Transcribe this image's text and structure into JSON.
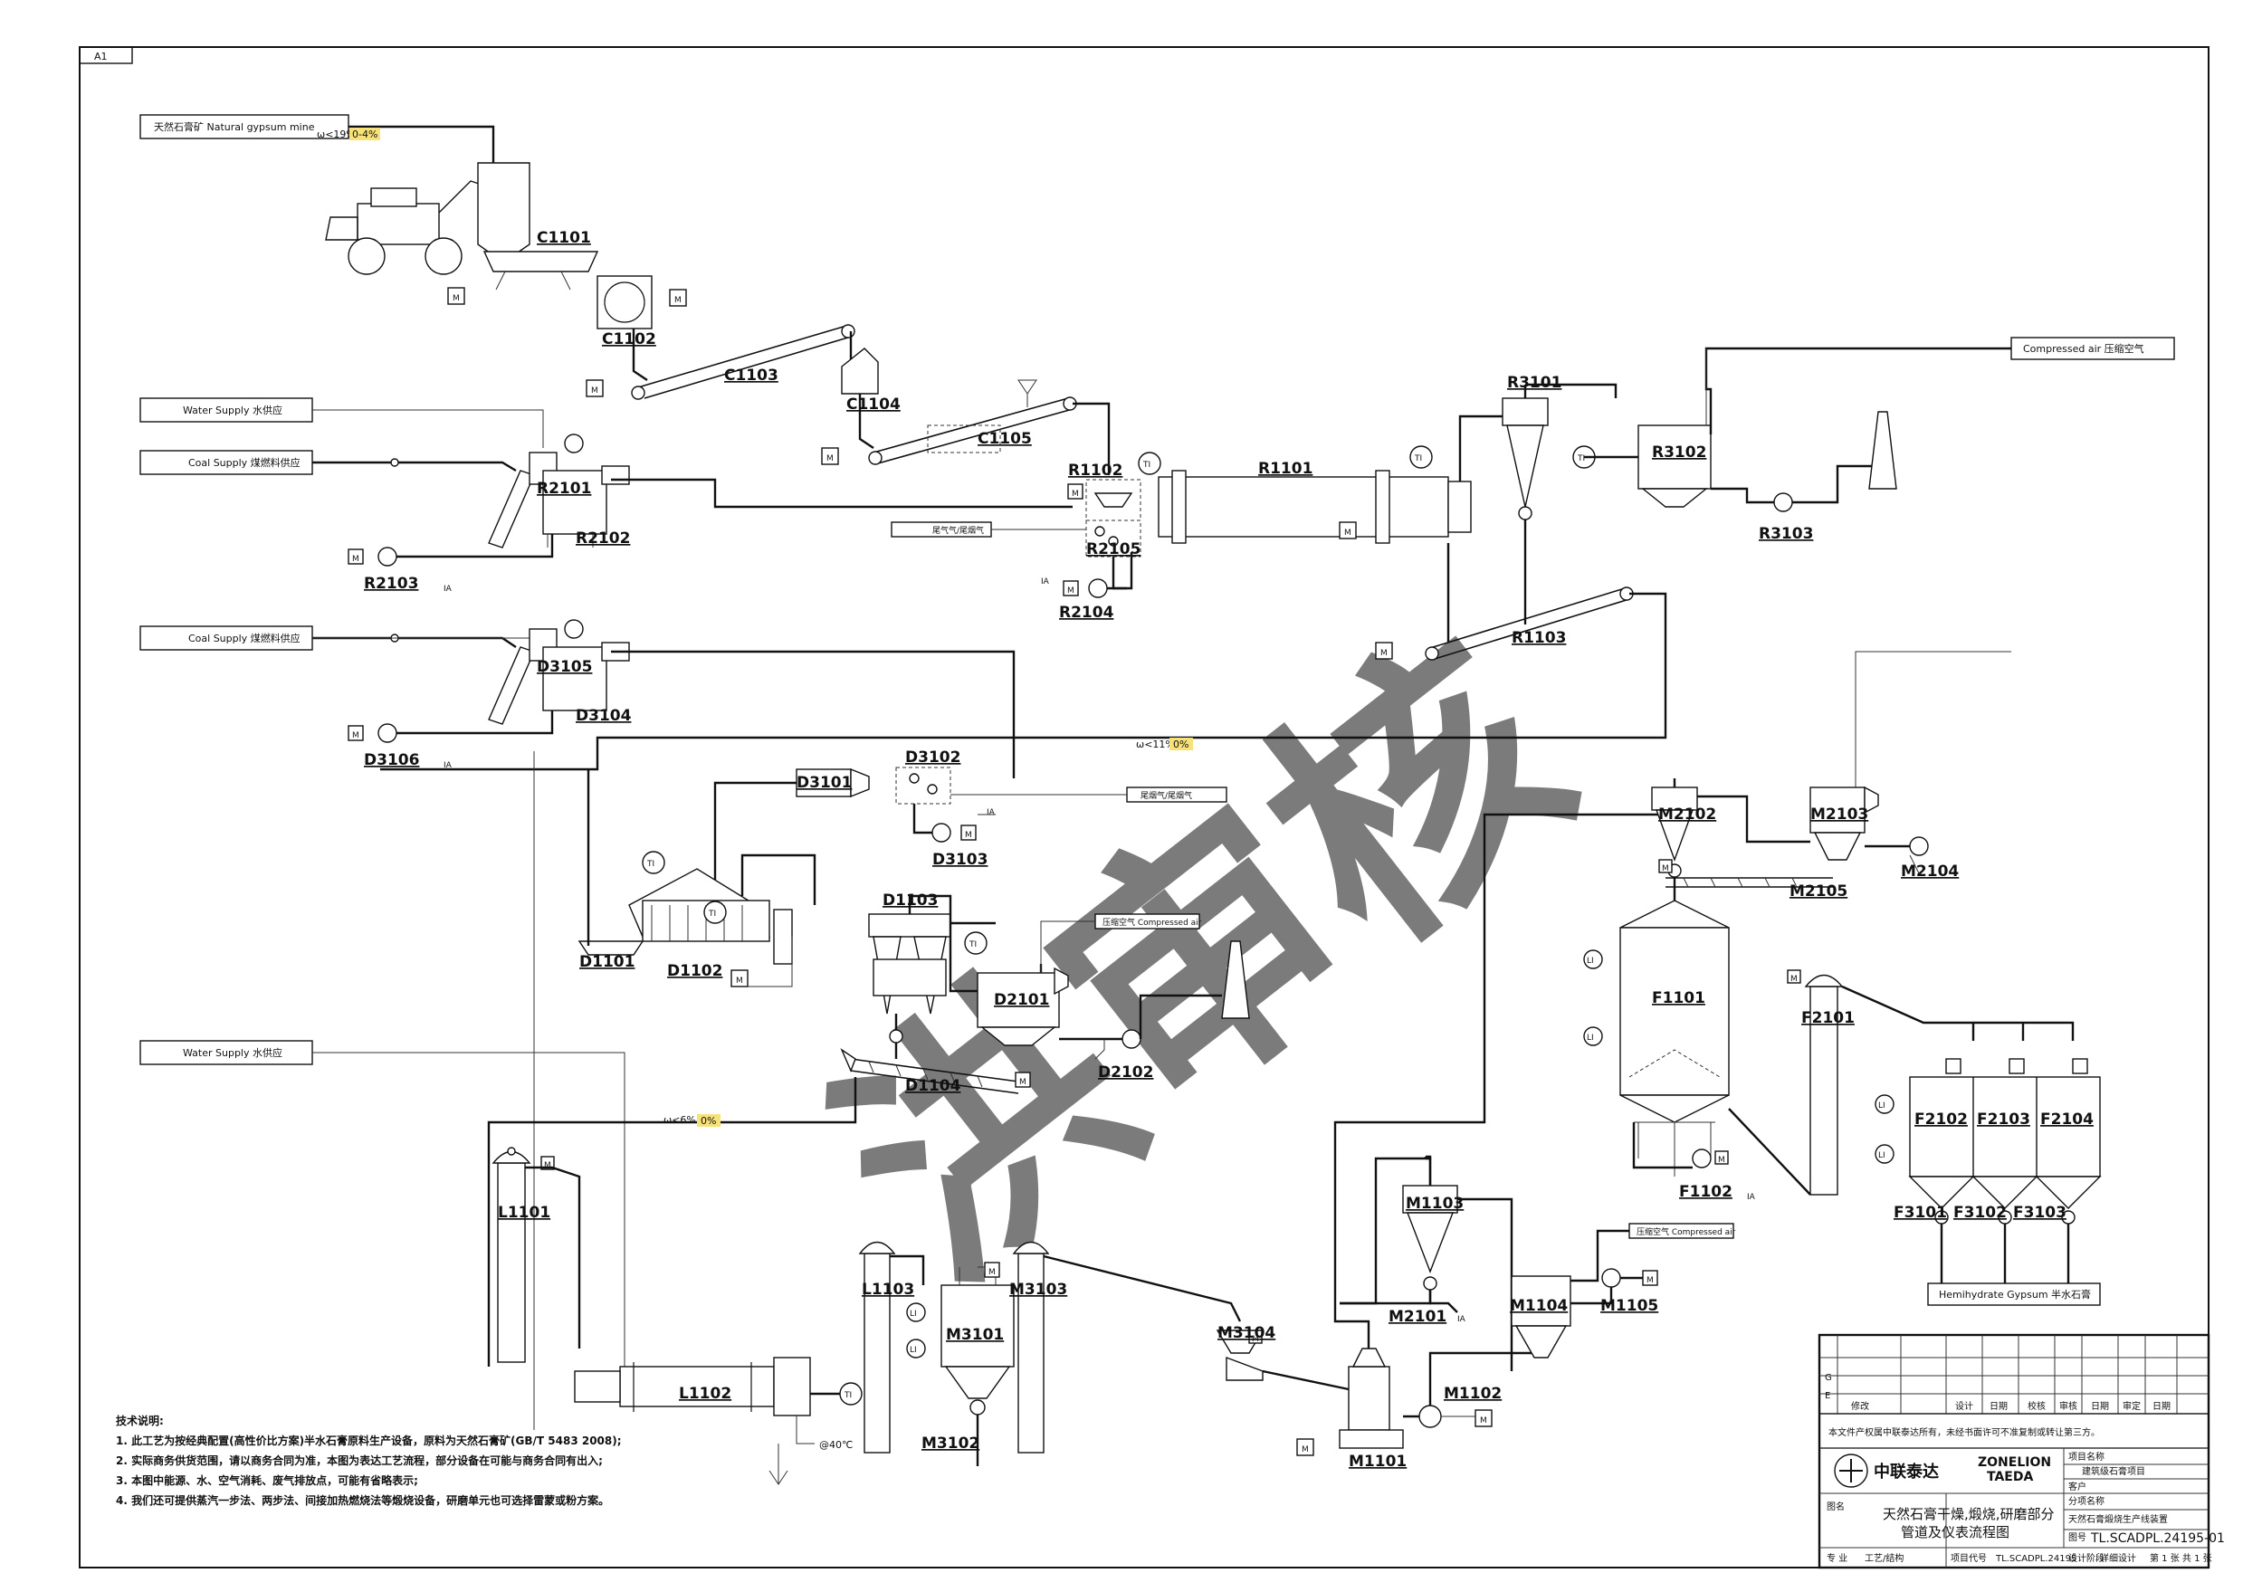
{
  "sheet_size": "A1",
  "watermark": "洪审核",
  "streams": {
    "gypsum_mine": "天然石膏矿 Natural gypsum mine",
    "water_1": "Water Supply      水供应",
    "coal_1": "Coal Supply  煤燃料供应",
    "coal_2": "Coal Supply  煤燃料供应",
    "water_2": "Water Supply      水供应",
    "compressed_air_1": "Compressed  air        压缩空气",
    "exhaust_1": "尾气气/尾烟气",
    "exhaust_2": "尾烟气/尾烟气",
    "compressed_air_2": "压缩空气   Compressed air",
    "compressed_air_3": "压缩空气   Compressed air",
    "product": "Hemihydrate Gypsum     半水石膏"
  },
  "moisture": {
    "m1": "ω<19%",
    "m1h": "0-4%",
    "m2": "ω<11%",
    "m2h": "0%",
    "m3": "ω<6%",
    "m3h": "0%"
  },
  "equipment": {
    "C1101": "C1101",
    "C1102": "C1102",
    "C1103": "C1103",
    "C1104": "C1104",
    "C1105": "C1105",
    "R1101": "R1101",
    "R1102": "R1102",
    "R1103": "R1103",
    "R2101": "R2101",
    "R2102": "R2102",
    "R2103": "R2103",
    "R2104": "R2104",
    "R2105": "R2105",
    "R3101": "R3101",
    "R3102": "R3102",
    "R3103": "R3103",
    "D3101": "D3101",
    "D3102": "D3102",
    "D3103": "D3103",
    "D3104": "D3104",
    "D3105": "D3105",
    "D3106": "D3106",
    "D1101": "D1101",
    "D1102": "D1102",
    "D1103": "D1103",
    "D1104": "D1104",
    "D2101": "D2101",
    "D2102": "D2102",
    "M2102": "M2102",
    "M2103": "M2103",
    "M2104": "M2104",
    "M2105": "M2105",
    "F1101": "F1101",
    "F1102": "F1102",
    "F2101": "F2101",
    "F2102": "F2102",
    "F2103": "F2103",
    "F2104": "F2104",
    "F3101": "F3101",
    "F3102": "F3102",
    "F3103": "F3103",
    "L1101": "L1101",
    "L1102": "L1102",
    "L1103": "L1103",
    "M3101": "M3101",
    "M3102": "M3102",
    "M3103": "M3103",
    "M3104": "M3104",
    "M1101": "M1101",
    "M1102": "M1102",
    "M1103": "M1103",
    "M1104": "M1104",
    "M1105": "M1105",
    "M2101": "M2101"
  },
  "symbols": {
    "motor": "M",
    "temp": "TI",
    "level": "LI",
    "ia": "IA",
    "temp_40": "@40℃"
  },
  "notes": {
    "title": "技术说明:",
    "n1": "1. 此工艺为按经典配置(高性价比方案)半水石膏原料生产设备，原料为天然石膏矿(GB/T 5483 2008);",
    "n2": "2. 实际商务供货范围，请以商务合同为准，本图为表达工艺流程，部分设备在可能与商务合同有出入;",
    "n3": "3. 本图中能源、水、空气消耗、废气排放点，可能有省略表示;",
    "n4": "4. 我们还可提供蒸汽一步法、两步法、间接加热燃烧法等煅烧设备，研磨单元也可选择雷蒙或粉方案。"
  },
  "titleblock": {
    "r_g": "G",
    "r_e": "E",
    "h_design": "设计",
    "h_date": "日期",
    "h_check": "校核",
    "h_approve": "审核",
    "h_date2": "日期",
    "h_audit": "审定",
    "h_date3": "日期",
    "c_rev": "修改",
    "proj_label": "项目名称",
    "proj_value": "建筑级石膏项目",
    "copyright": "本文件产权属中联泰达所有，未经书面许可不准复制或转让第三方。",
    "logo_cn": "中联泰达",
    "logo_en1": "ZONELION",
    "logo_en2": "TAEDA",
    "client_label": "客户",
    "sub_label": "分项名称",
    "sub_value": "天然石膏煅烧生产线装置",
    "drawing_label": "图名",
    "drawing_title1": "天然石膏干燥,煅烧,研磨部分",
    "drawing_title2": "管道及仪表流程图",
    "dwg_no_label": "图号",
    "dwg_no": "TL.SCADPL.24195-01",
    "b_major": "专 业",
    "b_major_v": "工艺/结构",
    "b_proj": "项目代号",
    "b_proj_v": "TL.SCADPL.24195",
    "b_stage": "设计阶段",
    "b_stage_v": "详细设计",
    "b_sheet": "第 1 张 共 1 张"
  }
}
